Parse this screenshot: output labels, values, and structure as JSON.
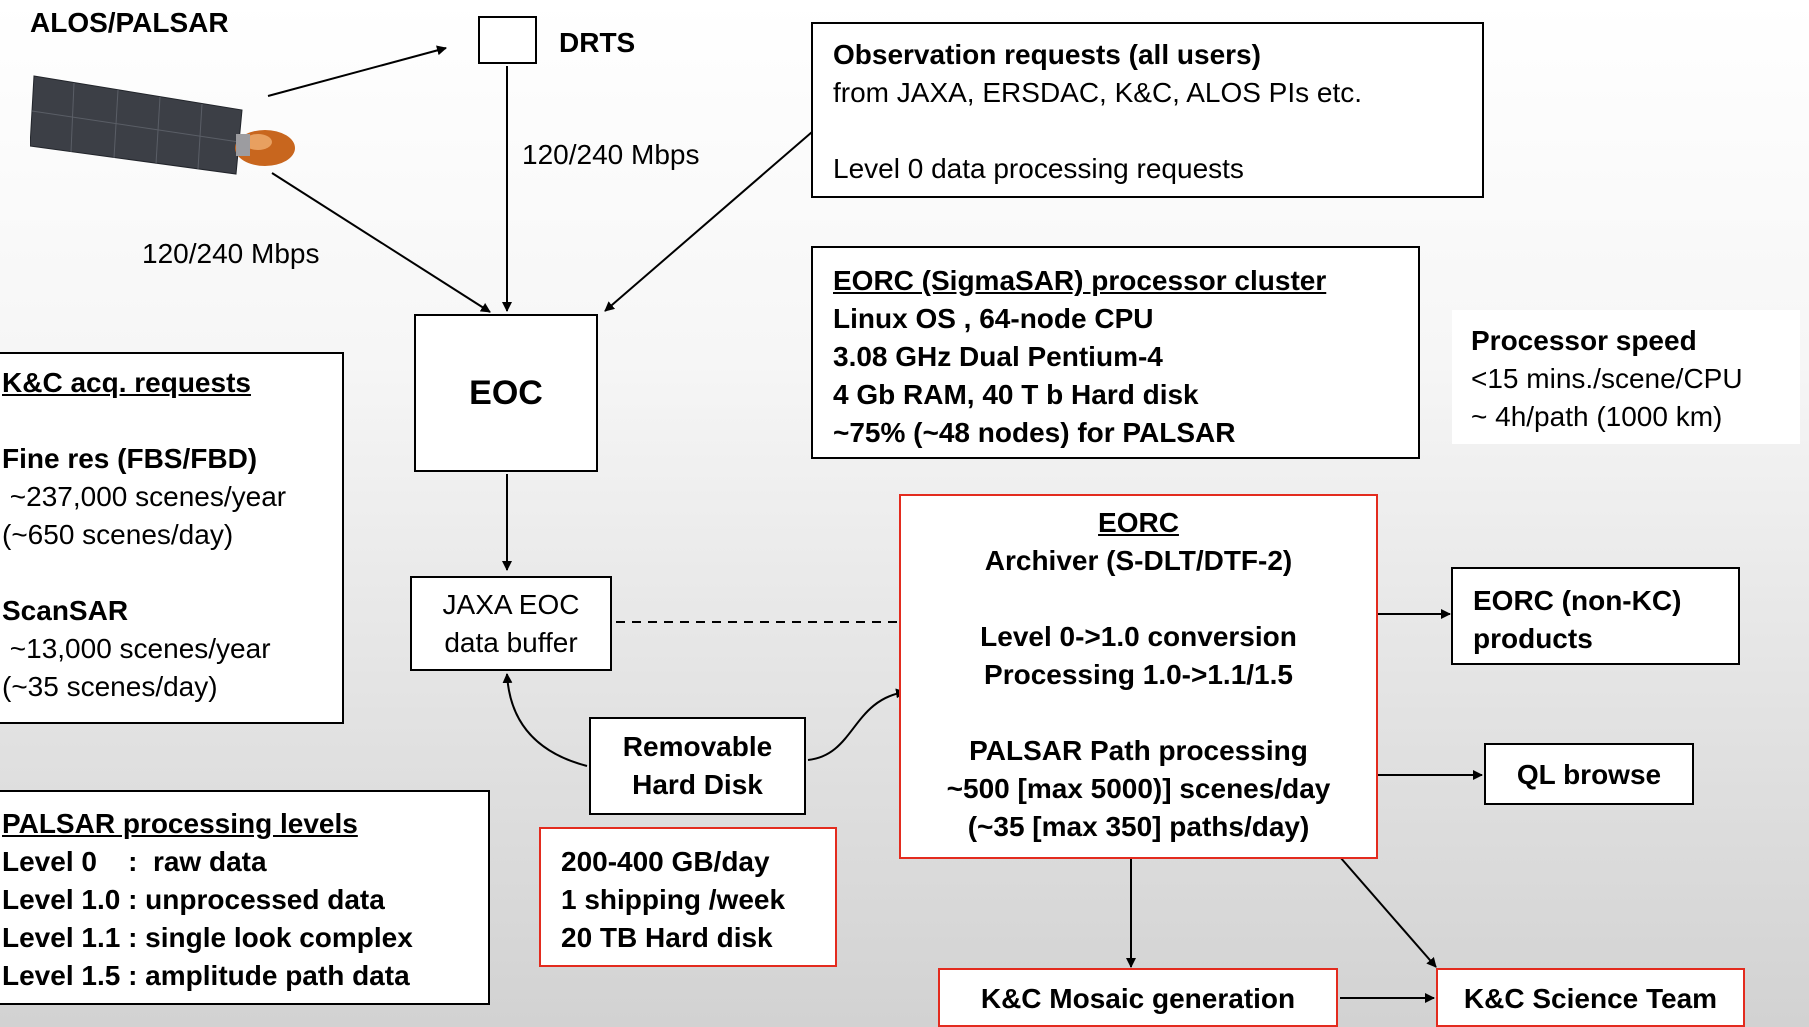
{
  "satellite": {
    "label": "ALOS/PALSAR",
    "icon": "satellite-icon"
  },
  "drts": {
    "label": "DRTS"
  },
  "link_rate_drts": "120/240 Mbps",
  "link_rate_direct": "120/240 Mbps",
  "eoc": {
    "label": "EOC"
  },
  "obs_requests": {
    "title": "Observation requests (all users)",
    "line1": "from JAXA, ERSDAC, K&C, ALOS PIs etc.",
    "line2": "Level 0 data processing requests"
  },
  "cluster": {
    "title": "EORC (SigmaSAR) processor cluster",
    "lines": [
      "Linux OS , 64-node CPU",
      "3.08 GHz Dual Pentium-4",
      "4 Gb RAM, 40 T b Hard disk",
      "~75% (~48 nodes) for PALSAR"
    ]
  },
  "speed": {
    "title": "Processor speed",
    "lines": [
      "<15 mins./scene/CPU",
      "~ 4h/path (1000 km)"
    ]
  },
  "kc_requests": {
    "title": "K&C acq. requests",
    "fine_title": "Fine res (FBS/FBD)",
    "fine_lines": [
      " ~237,000 scenes/year",
      "(~650 scenes/day)"
    ],
    "scansar_title": "ScanSAR",
    "scansar_lines": [
      " ~13,000 scenes/year",
      "(~35 scenes/day)"
    ]
  },
  "buffer": {
    "lines": [
      "JAXA EOC",
      "data buffer"
    ]
  },
  "disk": {
    "lines": [
      "Removable",
      "Hard Disk"
    ]
  },
  "shipping": {
    "lines": [
      "200-400 GB/day",
      "1 shipping /week",
      "20 TB Hard disk"
    ]
  },
  "archiver": {
    "title": "EORC",
    "lines": [
      "Archiver (S-DLT/DTF-2)",
      "",
      "Level 0->1.0 conversion",
      "Processing 1.0->1.1/1.5",
      "",
      "PALSAR Path processing",
      "~500 [max 5000)] scenes/day",
      "(~35 [max 350] paths/day)"
    ]
  },
  "nonkc": {
    "lines": [
      "EORC (non-KC)",
      "products"
    ]
  },
  "ql": {
    "label": "QL browse"
  },
  "mosaic": {
    "label": "K&C Mosaic generation"
  },
  "science": {
    "label": "K&C Science Team"
  },
  "levels": {
    "title": "PALSAR processing levels",
    "lines": [
      "Level 0    :  raw data",
      "Level 1.0 :  unprocessed data",
      "Level 1.1 : single look complex",
      "Level 1.5 : amplitude path data"
    ]
  }
}
